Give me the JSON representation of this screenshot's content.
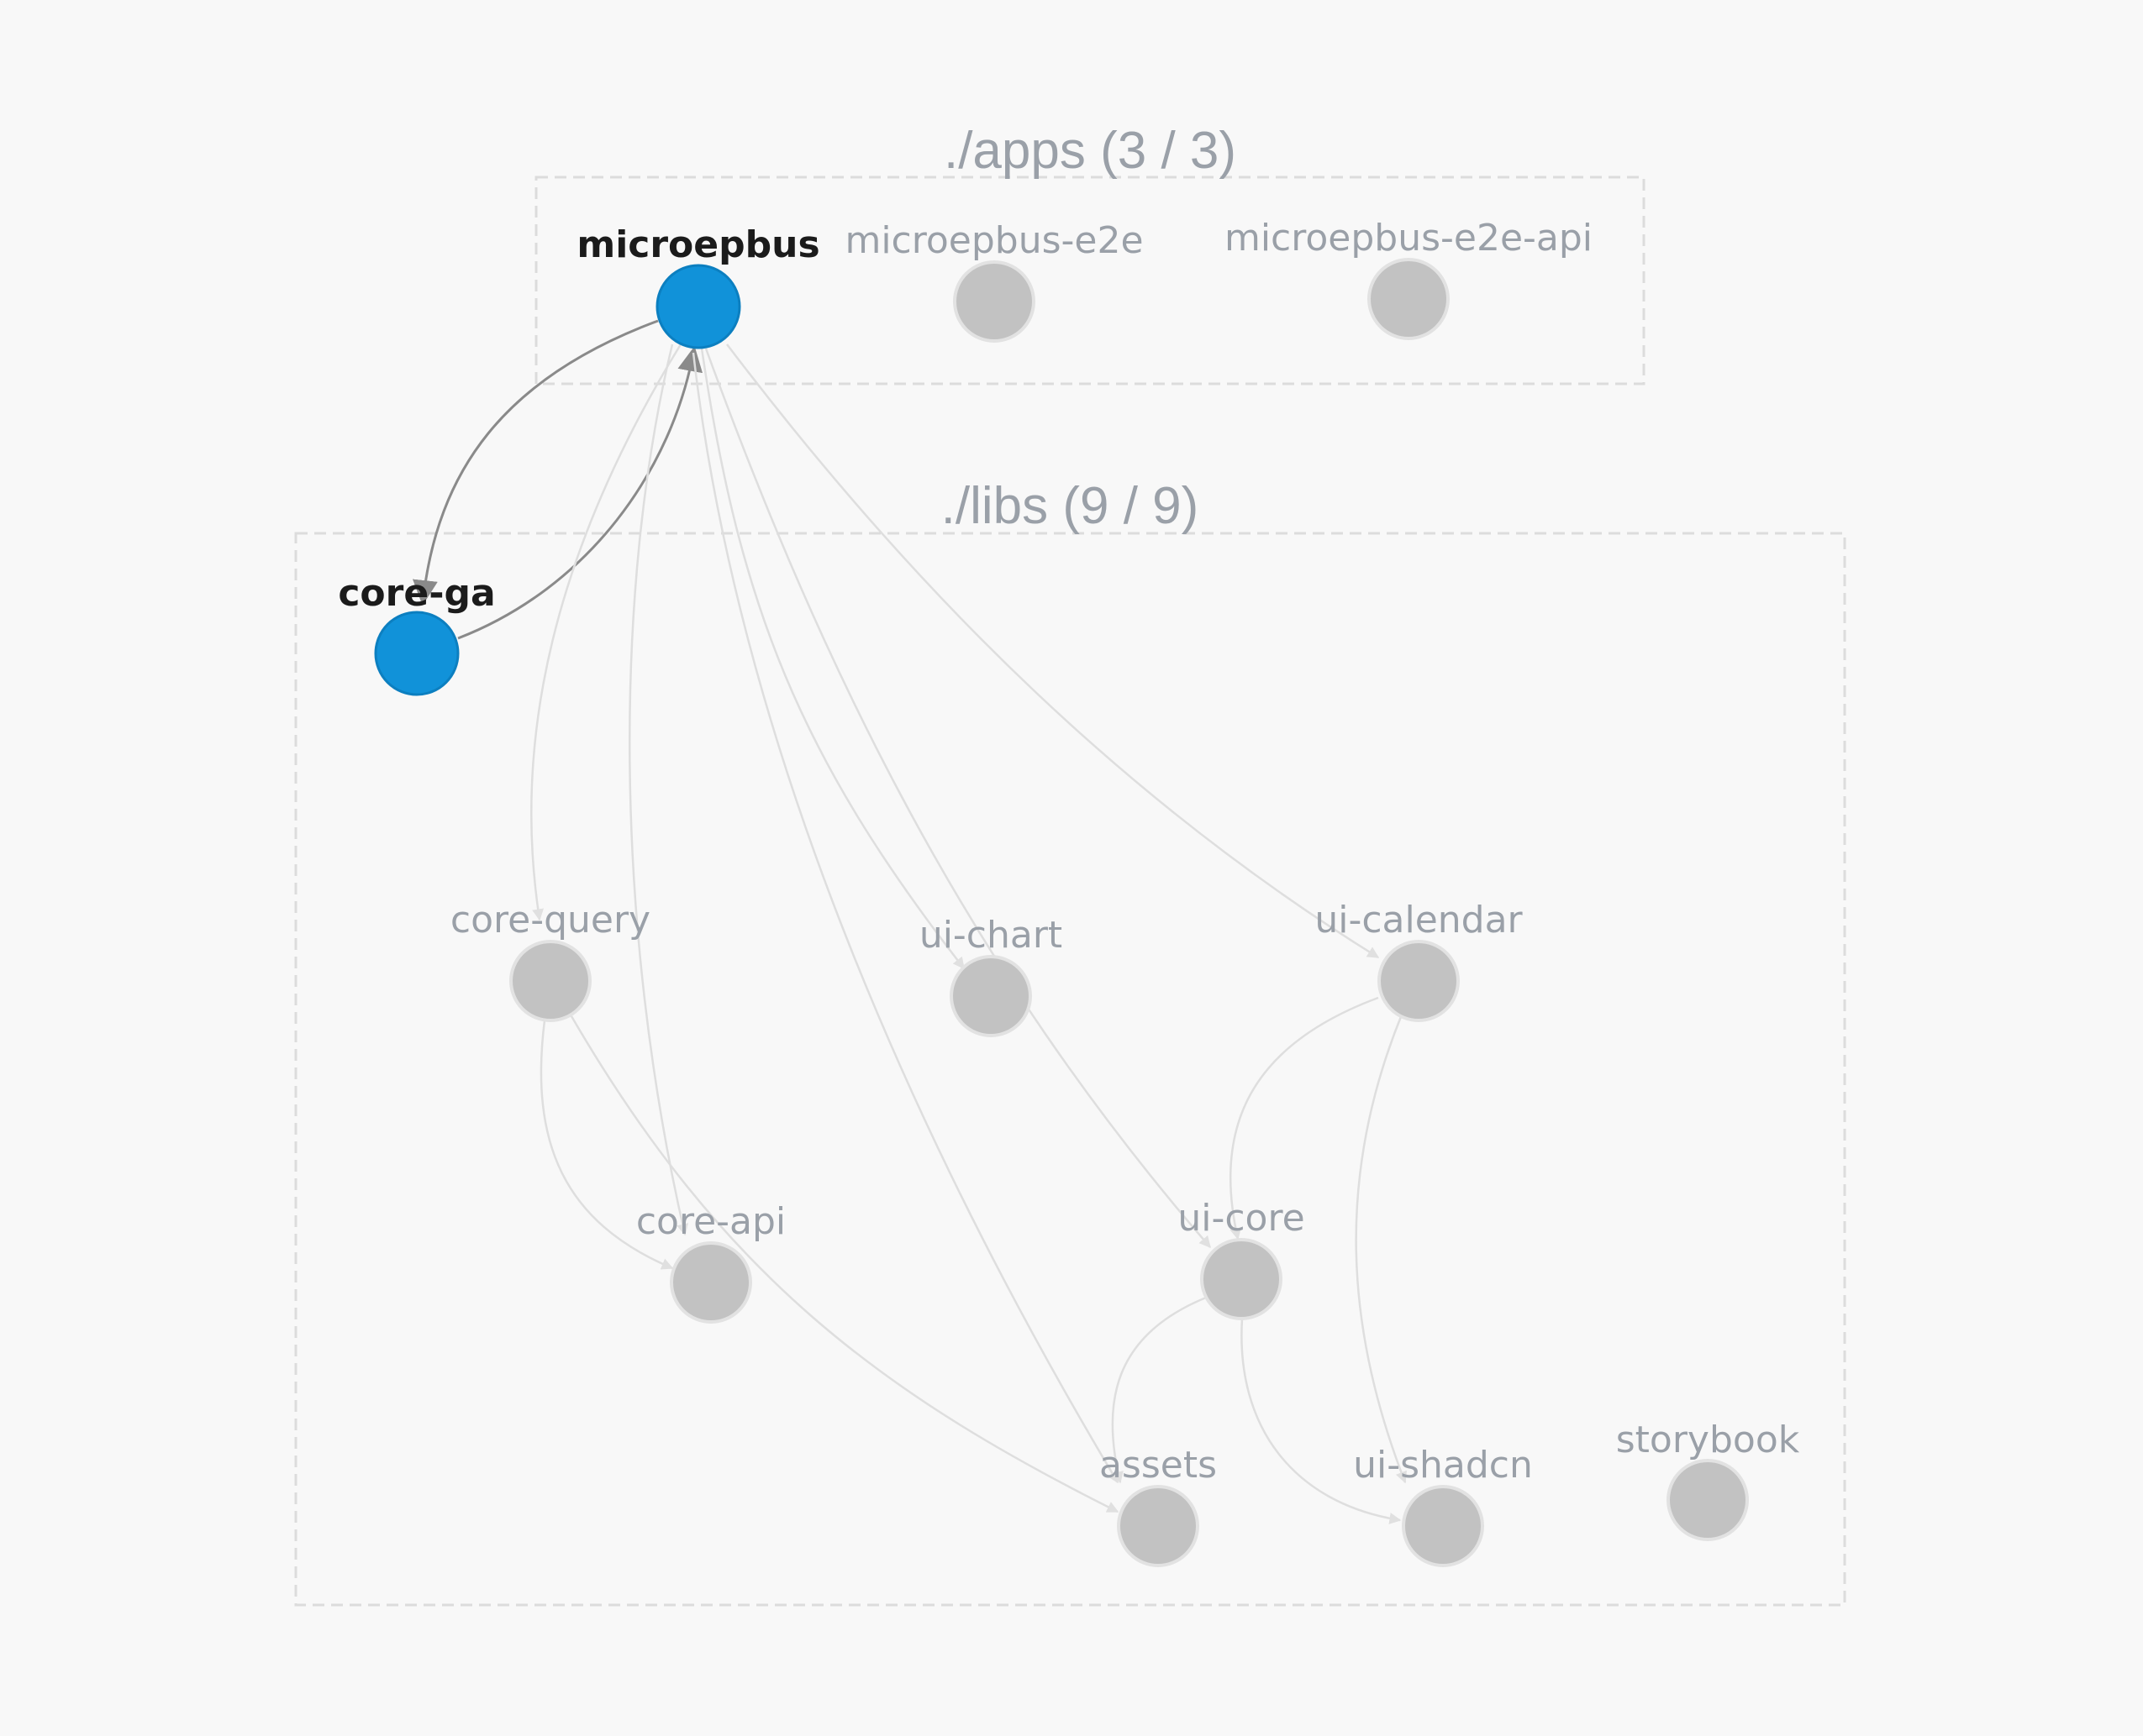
{
  "groups": [
    {
      "id": "apps",
      "label": "./apps (3 / 3)"
    },
    {
      "id": "libs",
      "label": "./libs (9 / 9)"
    }
  ],
  "nodes": [
    {
      "id": "microepbus",
      "label": "microepbus",
      "group": "apps",
      "active": true
    },
    {
      "id": "microepbus-e2e",
      "label": "microepbus-e2e",
      "group": "apps",
      "active": false
    },
    {
      "id": "microepbus-e2e-api",
      "label": "microepbus-e2e-api",
      "group": "apps",
      "active": false
    },
    {
      "id": "core-ga",
      "label": "core-ga",
      "group": "libs",
      "active": true
    },
    {
      "id": "core-query",
      "label": "core-query",
      "group": "libs",
      "active": false
    },
    {
      "id": "ui-chart",
      "label": "ui-chart",
      "group": "libs",
      "active": false
    },
    {
      "id": "ui-calendar",
      "label": "ui-calendar",
      "group": "libs",
      "active": false
    },
    {
      "id": "core-api",
      "label": "core-api",
      "group": "libs",
      "active": false
    },
    {
      "id": "ui-core",
      "label": "ui-core",
      "group": "libs",
      "active": false
    },
    {
      "id": "assets",
      "label": "assets",
      "group": "libs",
      "active": false
    },
    {
      "id": "ui-shadcn",
      "label": "ui-shadcn",
      "group": "libs",
      "active": false
    },
    {
      "id": "storybook",
      "label": "storybook",
      "group": "libs",
      "active": false
    }
  ],
  "edges": [
    {
      "from": "microepbus",
      "to": "core-ga",
      "active": true
    },
    {
      "from": "core-ga",
      "to": "microepbus",
      "active": true
    },
    {
      "from": "microepbus",
      "to": "core-query",
      "active": false
    },
    {
      "from": "microepbus",
      "to": "core-api",
      "active": false
    },
    {
      "from": "microepbus",
      "to": "ui-chart",
      "active": false
    },
    {
      "from": "microepbus",
      "to": "ui-calendar",
      "active": false
    },
    {
      "from": "microepbus",
      "to": "ui-core",
      "active": false
    },
    {
      "from": "microepbus",
      "to": "assets",
      "active": false
    },
    {
      "from": "core-query",
      "to": "core-api",
      "active": false
    },
    {
      "from": "core-query",
      "to": "assets",
      "active": false
    },
    {
      "from": "ui-calendar",
      "to": "ui-core",
      "active": false
    },
    {
      "from": "ui-calendar",
      "to": "ui-shadcn",
      "active": false
    },
    {
      "from": "ui-core",
      "to": "assets",
      "active": false
    },
    {
      "from": "ui-core",
      "to": "ui-shadcn",
      "active": false
    }
  ],
  "colors": {
    "active_node": "#1192d9",
    "inactive_node": "#c2c2c2",
    "active_edge": "#8a8a8a",
    "inactive_edge": "#dedede",
    "background": "#f8f8f8"
  }
}
